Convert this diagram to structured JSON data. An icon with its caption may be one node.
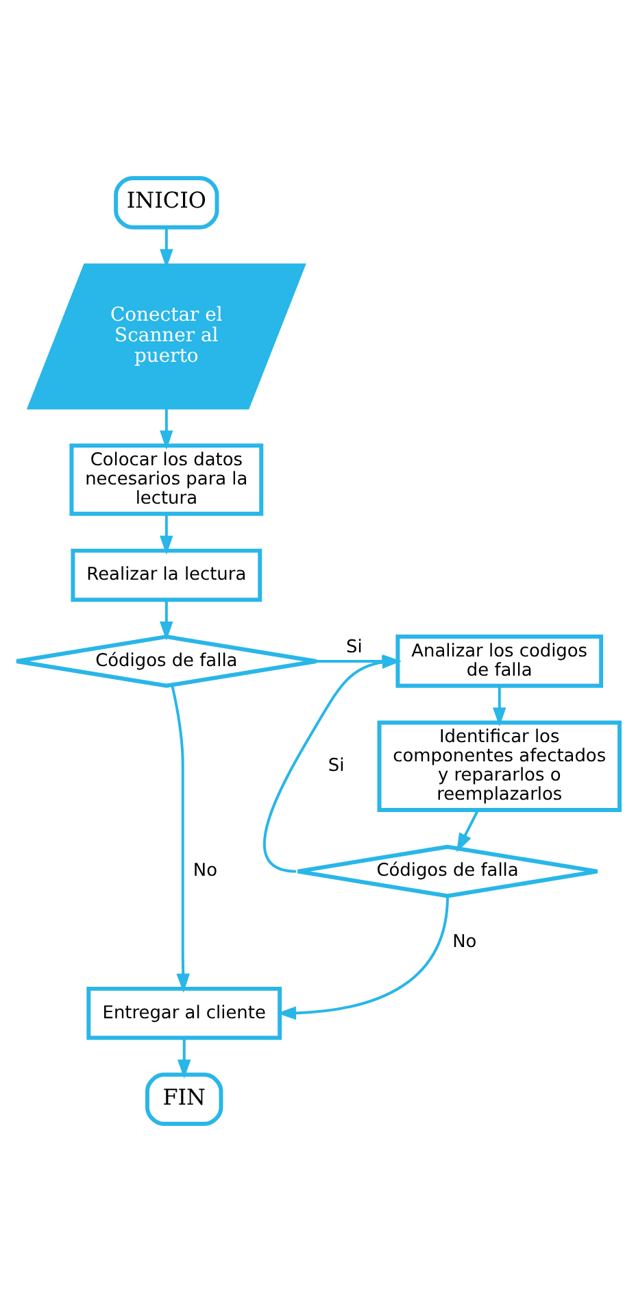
{
  "diagram": {
    "nodes": [
      {
        "text": [
          "INICIO"
        ]
      },
      {
        "text": [
          "Conectar el Scanner al puerto"
        ]
      },
      {
        "text": [
          "Colocar los datos necesarios para la lectura"
        ]
      },
      {
        "text": [
          "Realizar la lectura"
        ]
      },
      {
        "text": [
          "Códigos de falla"
        ]
      },
      {
        "text": [
          "Analizar los codigos de falla"
        ]
      },
      {
        "text": [
          "Identificar los componentes afectados y repararlos o reemplazarlos"
        ]
      },
      {
        "text": [
          "Códigos de falla"
        ]
      },
      {
        "text": [
          "Entregar al cliente"
        ]
      },
      {
        "text": [
          "FIN"
        ]
      }
    ],
    "edges": [
      {
        "from": 0,
        "to": 1,
        "arrow": "to"
      },
      {
        "from": 1,
        "to": 2,
        "arrow": "to"
      },
      {
        "from": 2,
        "to": 3,
        "arrow": "to"
      },
      {
        "from": 3,
        "to": 4,
        "arrow": "to"
      },
      {
        "from": 4,
        "to": 5,
        "arrow": "to",
        "label": "Si"
      },
      {
        "from": 5,
        "to": 6,
        "arrow": "to"
      },
      {
        "from": 6,
        "to": 7,
        "arrow": "to"
      },
      {
        "from": 7,
        "to": 5,
        "arrow": "to",
        "label": "Si"
      },
      {
        "from": 7,
        "to": 8,
        "arrow": "to",
        "label": "No"
      },
      {
        "from": 4,
        "to": 8,
        "arrow": "to",
        "label": "No"
      },
      {
        "from": 8,
        "to": 9,
        "arrow": "to"
      }
    ]
  }
}
